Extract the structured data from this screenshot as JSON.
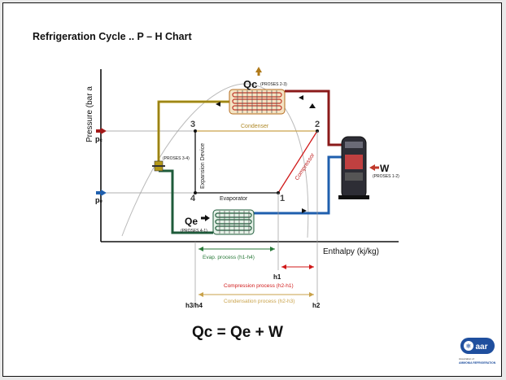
{
  "slide": {
    "title": "Refrigeration Cycle .. P – H Chart"
  },
  "diagram": {
    "y_axis_label": "Pressure (bar a",
    "x_axis_label": "Enthalpy (kj/kg)",
    "pc_label": "p",
    "pc_sub": "c",
    "pe_label": "p",
    "pe_sub": "e",
    "points": {
      "p1": "1",
      "p2": "2",
      "p3": "3",
      "p4": "4"
    },
    "condenser_label": "Condenser",
    "evaporator_label": "Evaporator",
    "expansion_label": "Expansion Device",
    "compressor_label": "Compressor",
    "qc_label": "Qc",
    "qc_process": "(PROSES 2-3)",
    "qe_label": "Qe",
    "qe_process": "(PROSES 4-1)",
    "w_label": "W",
    "w_process": "(PROSES 1-2)",
    "exp_process": "(PROSES 3-4)",
    "evap_process": "Evap. process (h1-h4)",
    "comp_process": "Compression process (h2-h1)",
    "cond_process": "Condensation process (h2-h3)",
    "h1": "h1",
    "h2": "h2",
    "h3h4": "h3/h4",
    "equation": "Qc = Qe + W"
  },
  "logo": {
    "text": "aar",
    "caption1": "Association of",
    "caption2": "AMMONIA REFRIGERATION"
  },
  "colors": {
    "condenser": "#c0392b",
    "hot_gas": "#8b1a1a",
    "evaporator": "#1e5b3a",
    "suction": "#1f5fae",
    "liquid": "#b59a1a",
    "compression": "#d01818",
    "condensation": "#c9a24a",
    "evap_arrow": "#2a7a3a"
  }
}
